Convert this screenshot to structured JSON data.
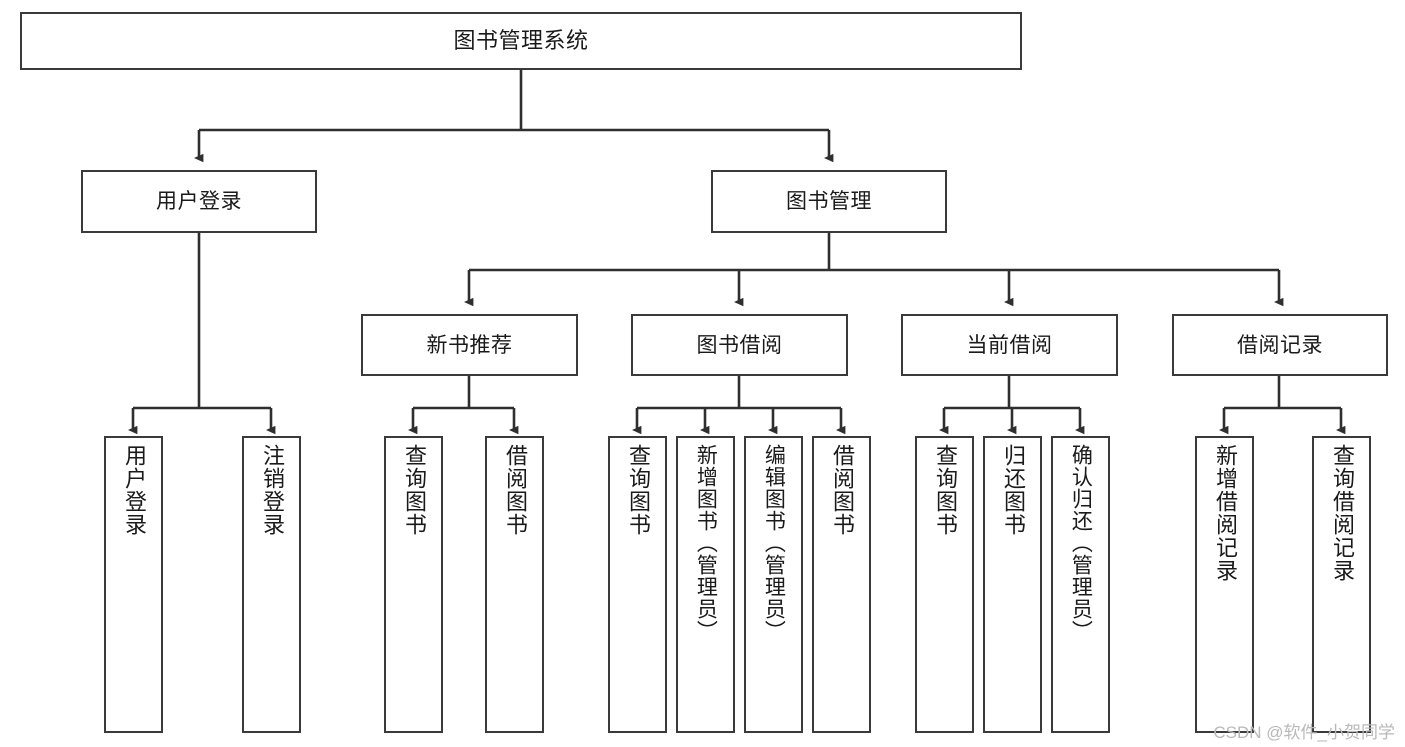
{
  "diagram": {
    "type": "tree-hierarchy",
    "title": "图书管理系统",
    "orientation": "top-down",
    "colors": {
      "box_border": "#3a3a3a",
      "box_fill": "#ffffff",
      "connector": "#2f2f2f",
      "text": "#1a1a1a",
      "watermark": "#b9b9b9"
    }
  },
  "root": {
    "label": "图书管理系统"
  },
  "level1": [
    {
      "label": "用户登录"
    },
    {
      "label": "图书管理"
    }
  ],
  "level2": [
    {
      "label": "新书推荐"
    },
    {
      "label": "图书借阅"
    },
    {
      "label": "当前借阅"
    },
    {
      "label": "借阅记录"
    }
  ],
  "leaves": {
    "user_login": [
      {
        "label": "用户登录"
      },
      {
        "label": "注销登录"
      }
    ],
    "new_book_recommend": [
      {
        "label": "查询图书"
      },
      {
        "label": "借阅图书"
      }
    ],
    "book_borrow": [
      {
        "label": "查询图书"
      },
      {
        "label": "新增图书（管理员）"
      },
      {
        "label": "编辑图书（管理员）"
      },
      {
        "label": "借阅图书"
      }
    ],
    "current_borrow": [
      {
        "label": "查询图书"
      },
      {
        "label": "归还图书"
      },
      {
        "label": "确认归还（管理员）"
      }
    ],
    "borrow_record": [
      {
        "label": "新增借阅记录"
      },
      {
        "label": "查询借阅记录"
      }
    ]
  },
  "watermark": {
    "text": "CSDN @软件_小贺同学"
  }
}
